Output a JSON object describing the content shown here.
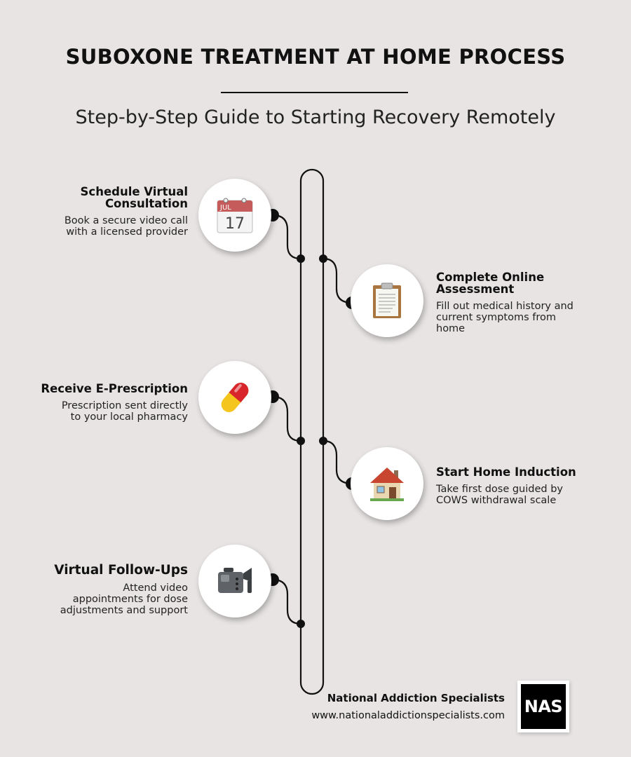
{
  "header": {
    "title": "SUBOXONE TREATMENT AT HOME PROCESS",
    "subtitle": "Step-by-Step Guide to Starting Recovery Remotely"
  },
  "steps": [
    {
      "title": "Schedule Virtual Consultation",
      "title_lines": [
        "Schedule Virtual",
        "Consultation"
      ],
      "description": "Book a secure video call with a licensed provider",
      "desc_lines": [
        "Book a secure video call",
        "with a licensed provider"
      ],
      "icon": "calendar-icon",
      "side": "left"
    },
    {
      "title": "Complete Online Assessment",
      "title_lines": [
        "Complete Online",
        "Assessment"
      ],
      "description": "Fill out medical history and current symptoms from home",
      "desc_lines": [
        "Fill out medical history and",
        "current symptoms from",
        "home"
      ],
      "icon": "clipboard-icon",
      "side": "right"
    },
    {
      "title": "Receive E-Prescription",
      "title_lines": [
        "Receive E-Prescription"
      ],
      "description": "Prescription sent directly to your local pharmacy",
      "desc_lines": [
        "Prescription sent directly",
        "to your local pharmacy"
      ],
      "icon": "pill-icon",
      "side": "left"
    },
    {
      "title": "Start Home Induction",
      "title_lines": [
        "Start Home Induction"
      ],
      "description": "Take first dose guided by COWS withdrawal scale",
      "desc_lines": [
        "Take first dose guided by",
        "COWS withdrawal scale"
      ],
      "icon": "house-icon",
      "side": "right"
    },
    {
      "title": "Virtual Follow-Ups",
      "title_lines": [
        "Virtual Follow-Ups"
      ],
      "description": "Attend video appointments for dose adjustments and support",
      "desc_lines": [
        "Attend video",
        "appointments for dose",
        "adjustments and support"
      ],
      "icon": "video-camera-icon",
      "side": "left"
    }
  ],
  "icons": {
    "calendar_month": "JUL",
    "calendar_day": "17"
  },
  "footer": {
    "brand_name": "National Addiction Specialists",
    "url": "www.nationaladdictionspecialists.com",
    "logo_text": "NAS"
  },
  "colors": {
    "background": "#e7e4e3",
    "line": "#111111",
    "circle": "#ffffff"
  }
}
